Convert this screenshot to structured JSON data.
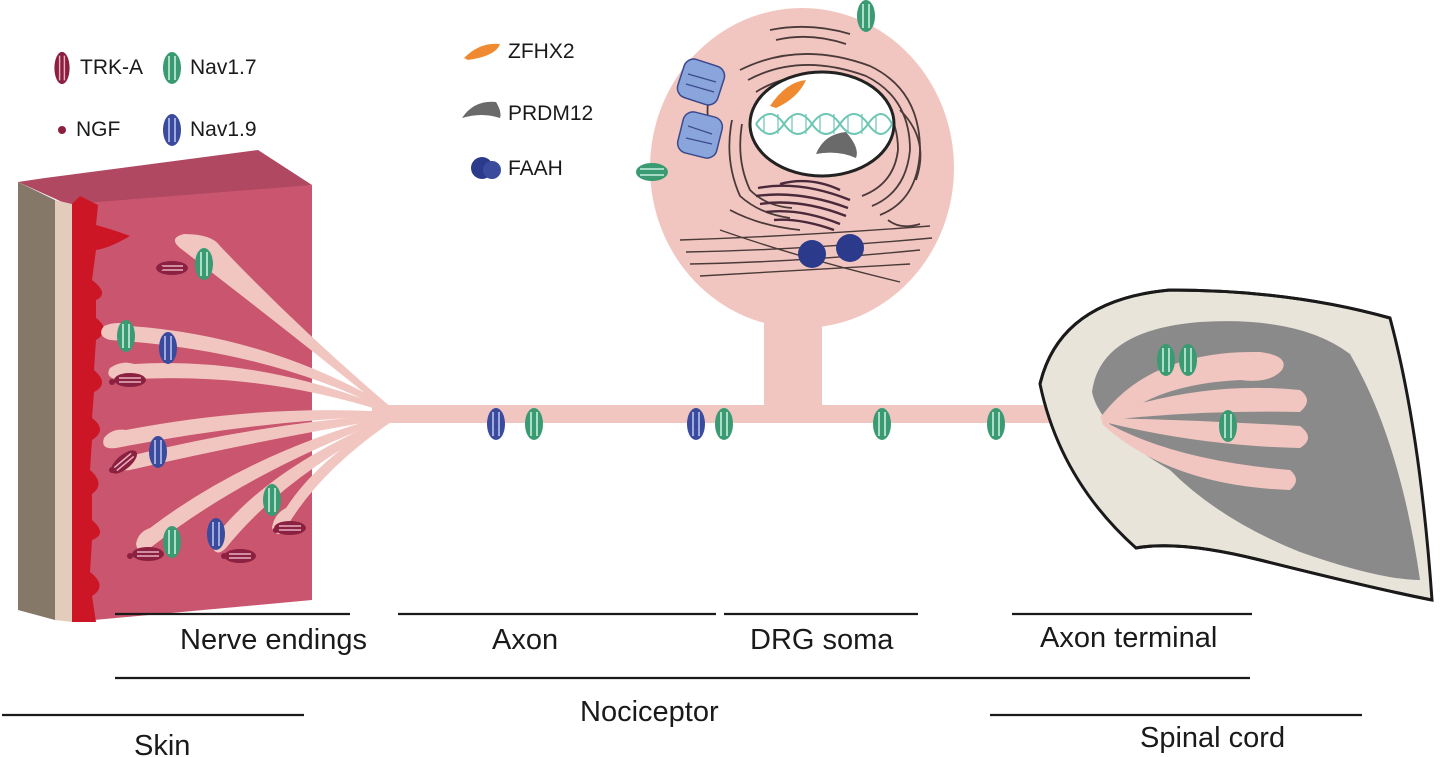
{
  "legend": {
    "trka": "TRK-A",
    "nav17": "Nav1.7",
    "ngf": "NGF",
    "nav19": "Nav1.9",
    "zfhx2": "ZFHX2",
    "prdm12": "PRDM12",
    "faah": "FAAH"
  },
  "regions": {
    "nerve_endings": "Nerve endings",
    "axon": "Axon",
    "drg_soma": "DRG soma",
    "axon_terminal": "Axon terminal",
    "nociceptor": "Nociceptor",
    "skin": "Skin",
    "spinal_cord": "Spinal cord"
  },
  "colors": {
    "trka": "#8b2040",
    "nav17": "#3a9a72",
    "nav19": "#3a4a9c",
    "ngf": "#8b2040",
    "zfhx2": "#f08a30",
    "prdm12": "#6a6a6a",
    "faah": "#2c3a8c",
    "neuron": "#f2c6c0",
    "skin_face": "#c9566e",
    "skin_top": "#b04862",
    "skin_edge": "#cc1525",
    "spinal_light": "#e8e4da",
    "spinal_dark": "#8a8a8a",
    "dna": "#6fc6b4"
  }
}
